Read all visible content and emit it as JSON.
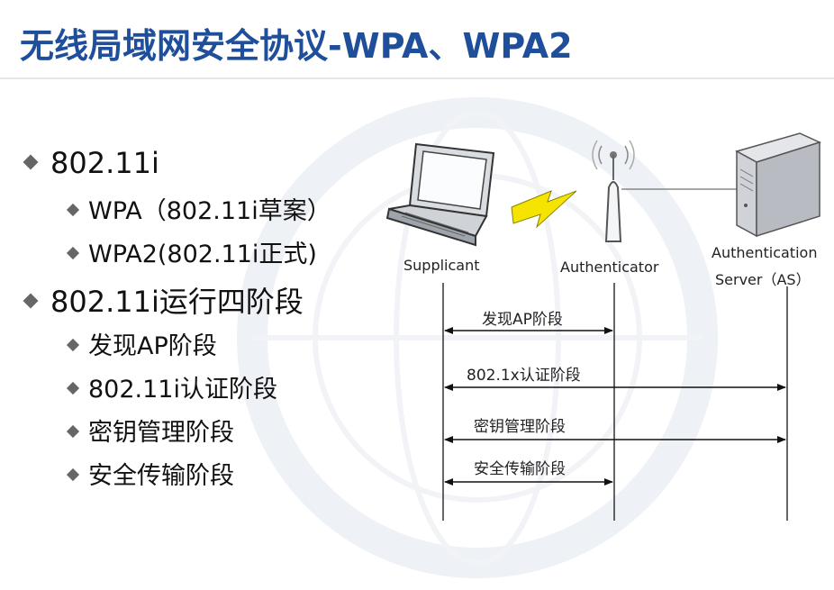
{
  "title": "无线局域网安全协议-WPA、WPA2",
  "bullets": [
    {
      "level": 1,
      "text": "802.11i"
    },
    {
      "level": 2,
      "text": "WPA（802.11i草案）"
    },
    {
      "level": 2,
      "text": "WPA2(802.11i正式)"
    },
    {
      "level": 1,
      "text": "802.11i运行四阶段"
    },
    {
      "level": 2,
      "text": "发现AP阶段"
    },
    {
      "level": 2,
      "text": "802.11i认证阶段"
    },
    {
      "level": 2,
      "text": "密钥管理阶段"
    },
    {
      "level": 2,
      "text": "安全传输阶段"
    }
  ],
  "diagram": {
    "entities": {
      "supplicant": "Supplicant",
      "authenticator": "Authenticator",
      "as_line1": "Authentication",
      "as_line2": "Server（AS）"
    },
    "phases": [
      {
        "label": "发现AP阶段",
        "from": "supplicant",
        "to": "authenticator"
      },
      {
        "label": "802.1x认证阶段",
        "from": "supplicant",
        "to": "as"
      },
      {
        "label": "密钥管理阶段",
        "from": "supplicant",
        "to": "as"
      },
      {
        "label": "安全传输阶段",
        "from": "supplicant",
        "to": "authenticator"
      }
    ]
  },
  "colors": {
    "title": "#1f4e9b",
    "bullet": "#666666",
    "lightning": "#f5e400"
  },
  "icons": [
    "laptop-icon",
    "antenna-icon",
    "server-icon",
    "lightning-icon",
    "diamond-bullet-icon"
  ]
}
